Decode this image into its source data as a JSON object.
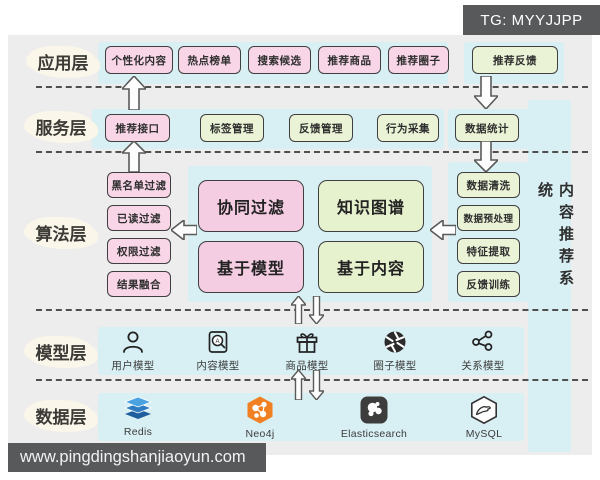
{
  "badge": {
    "label": "TG: MYYJJPP"
  },
  "watermark": {
    "text": "www.pingdingshanjiaoyun.com"
  },
  "system": {
    "title": "内容推荐系统"
  },
  "colors": {
    "pink_box": "#f8d6e7",
    "pink_big_box": "#f5cde2",
    "green_box": "#eaf3d6",
    "green_big_box": "#e6f1cd",
    "layer_band": "#d8eff3",
    "badge_bg": "#58595b",
    "neo4j_orange": "#f08021",
    "redis_blue": "#3d86c8",
    "elasticsearch_dark": "#3d3d3d"
  },
  "layers": {
    "app": {
      "label": "应用层",
      "boxes": [
        {
          "label": "个性化内容",
          "tone": "pink"
        },
        {
          "label": "热点榜单",
          "tone": "pink"
        },
        {
          "label": "搜索候选",
          "tone": "pink"
        },
        {
          "label": "推荐商品",
          "tone": "pink"
        },
        {
          "label": "推荐圈子",
          "tone": "pink"
        },
        {
          "label": "推荐反馈",
          "tone": "green"
        }
      ]
    },
    "service": {
      "label": "服务层",
      "boxes": [
        {
          "label": "推荐接口",
          "tone": "pink"
        },
        {
          "label": "标签管理",
          "tone": "green"
        },
        {
          "label": "反馈管理",
          "tone": "green"
        },
        {
          "label": "行为采集",
          "tone": "green"
        },
        {
          "label": "数据统计",
          "tone": "green"
        }
      ]
    },
    "algo": {
      "label": "算法层",
      "left_stack": [
        {
          "label": "黑名单过滤"
        },
        {
          "label": "已读过滤"
        },
        {
          "label": "权限过滤"
        },
        {
          "label": "结果融合"
        }
      ],
      "center": [
        {
          "label": "协同过滤",
          "tone": "pink"
        },
        {
          "label": "知识图谱",
          "tone": "green"
        },
        {
          "label": "基于模型",
          "tone": "pink"
        },
        {
          "label": "基于内容",
          "tone": "green"
        }
      ],
      "right_stack": [
        {
          "label": "数据清洗"
        },
        {
          "label": "数据预处理"
        },
        {
          "label": "特征提取"
        },
        {
          "label": "反馈训练"
        }
      ]
    },
    "model": {
      "label": "模型层",
      "items": [
        {
          "icon": "user-icon",
          "label": "用户模型"
        },
        {
          "icon": "content-icon",
          "label": "内容模型"
        },
        {
          "icon": "gift-icon",
          "label": "商品模型"
        },
        {
          "icon": "aperture-icon",
          "label": "圈子模型"
        },
        {
          "icon": "share-icon",
          "label": "关系模型"
        }
      ]
    },
    "data": {
      "label": "数据层",
      "items": [
        {
          "icon": "redis-icon",
          "label": "Redis"
        },
        {
          "icon": "neo4j-icon",
          "label": "Neo4j"
        },
        {
          "icon": "elasticsearch-icon",
          "label": "Elasticsearch"
        },
        {
          "icon": "mysql-icon",
          "label": "MySQL"
        }
      ]
    }
  }
}
